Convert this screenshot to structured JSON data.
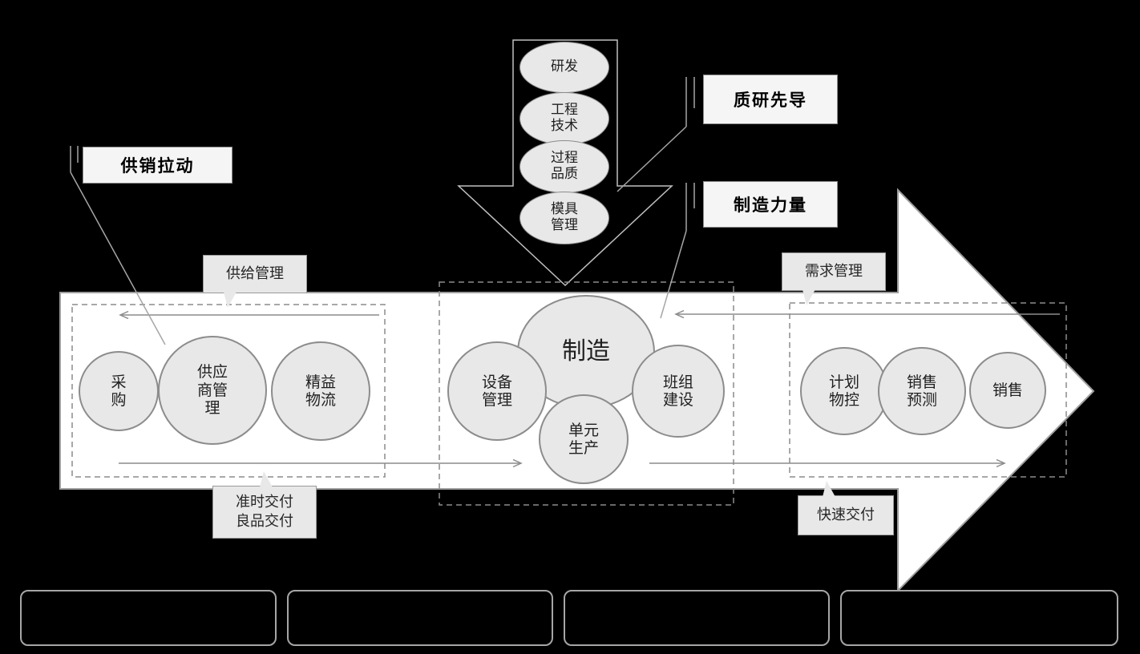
{
  "colors": {
    "background": "#000000",
    "arrow_fill": "#ffffff",
    "shape_fill": "#e8e8e8",
    "shape_stroke": "#8c8c8c",
    "tag_fill": "#f5f5f5",
    "line": "#9e9e9e"
  },
  "funnel": {
    "stages": [
      {
        "label": "研发"
      },
      {
        "label": "工程\n技术"
      },
      {
        "label": "过程\n品质"
      },
      {
        "label": "模具\n管理"
      }
    ]
  },
  "tags": {
    "supply_sales_pull": "供销拉动",
    "quality_research_lead": "质研先导",
    "manufacturing_power": "制造力量"
  },
  "callouts": {
    "supply_management": "供给管理",
    "demand_management": "需求管理",
    "on_time_delivery": "准时交付\n良品交付",
    "fast_delivery": "快速交付"
  },
  "supply_group": {
    "circles": [
      {
        "label": "采\n购"
      },
      {
        "label": "供应\n商管\n理"
      },
      {
        "label": "精益\n物流"
      }
    ]
  },
  "manufacturing_group": {
    "center": "制造",
    "circles": [
      {
        "label": "设备\n管理"
      },
      {
        "label": "班组\n建设"
      },
      {
        "label": "单元\n生产"
      }
    ]
  },
  "sales_group": {
    "circles": [
      {
        "label": "计划\n物控"
      },
      {
        "label": "销售\n预测"
      },
      {
        "label": "销售"
      }
    ]
  }
}
